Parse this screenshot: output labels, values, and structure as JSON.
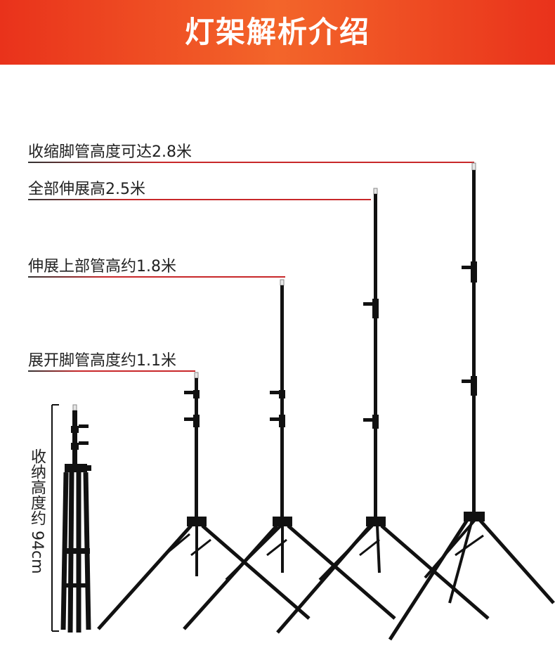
{
  "header": {
    "title": "灯架解析介绍"
  },
  "labels": {
    "max_leg_height": "收缩脚管高度可达2.8米",
    "full_height": "全部伸展高2.5米",
    "upper_tube_height": "伸展上部管高约1.8米",
    "leg_spread_height": "展开脚管高度约1.1米",
    "folded_height": "收纳高度约 94cm"
  },
  "colors": {
    "banner": "#ee4a22",
    "line_red": "#c8282a",
    "line_dark": "#333333",
    "stand": "#111111"
  }
}
